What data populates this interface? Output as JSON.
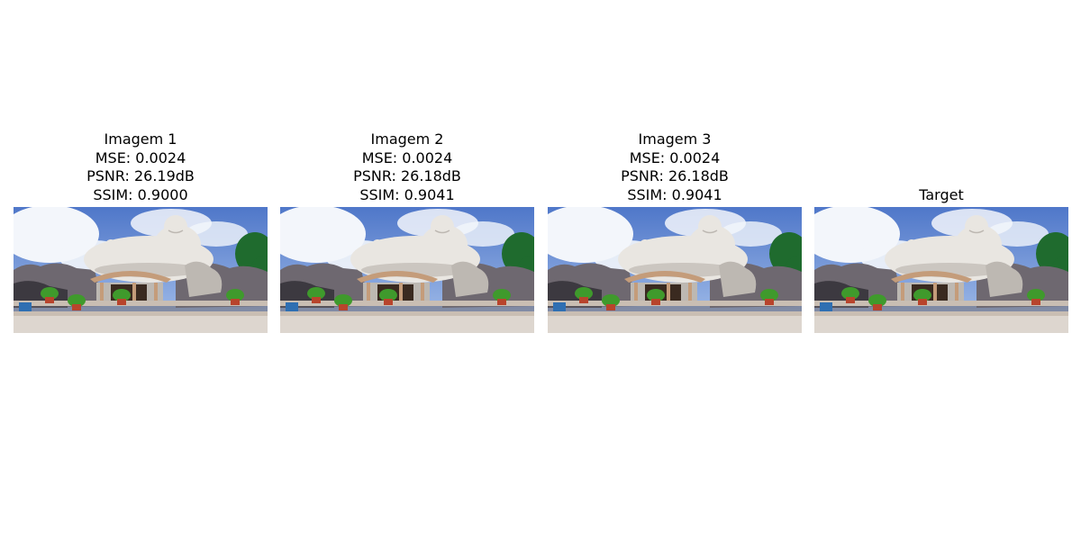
{
  "panels": [
    {
      "title": "Imagem 1",
      "mse": "MSE: 0.0024",
      "psnr": "PSNR: 26.19dB",
      "ssim": "SSIM: 0.9000"
    },
    {
      "title": "Imagem 2",
      "mse": "MSE: 0.0024",
      "psnr": "PSNR: 26.18dB",
      "ssim": "SSIM: 0.9041"
    },
    {
      "title": "Imagem 3",
      "mse": "MSE: 0.0024",
      "psnr": "PSNR: 26.18dB",
      "ssim": "SSIM: 0.9041"
    },
    {
      "title": "Target"
    }
  ],
  "colors": {
    "sky_top": "#4f77c9",
    "sky_bottom": "#a9c3ec",
    "cloud": "#f3f6fb",
    "statue": "#e9e6e1",
    "statue_shade": "#bdb8b2",
    "rock": "#6e6870",
    "rock_dark": "#3c3940",
    "tree": "#1f6b2e",
    "ground": "#ddd6cf",
    "steps": "#c9beb3",
    "roof": "#c49c7a",
    "plant": "#3f9a2c",
    "pot": "#b8442c",
    "doorway": "#3a2a20"
  }
}
